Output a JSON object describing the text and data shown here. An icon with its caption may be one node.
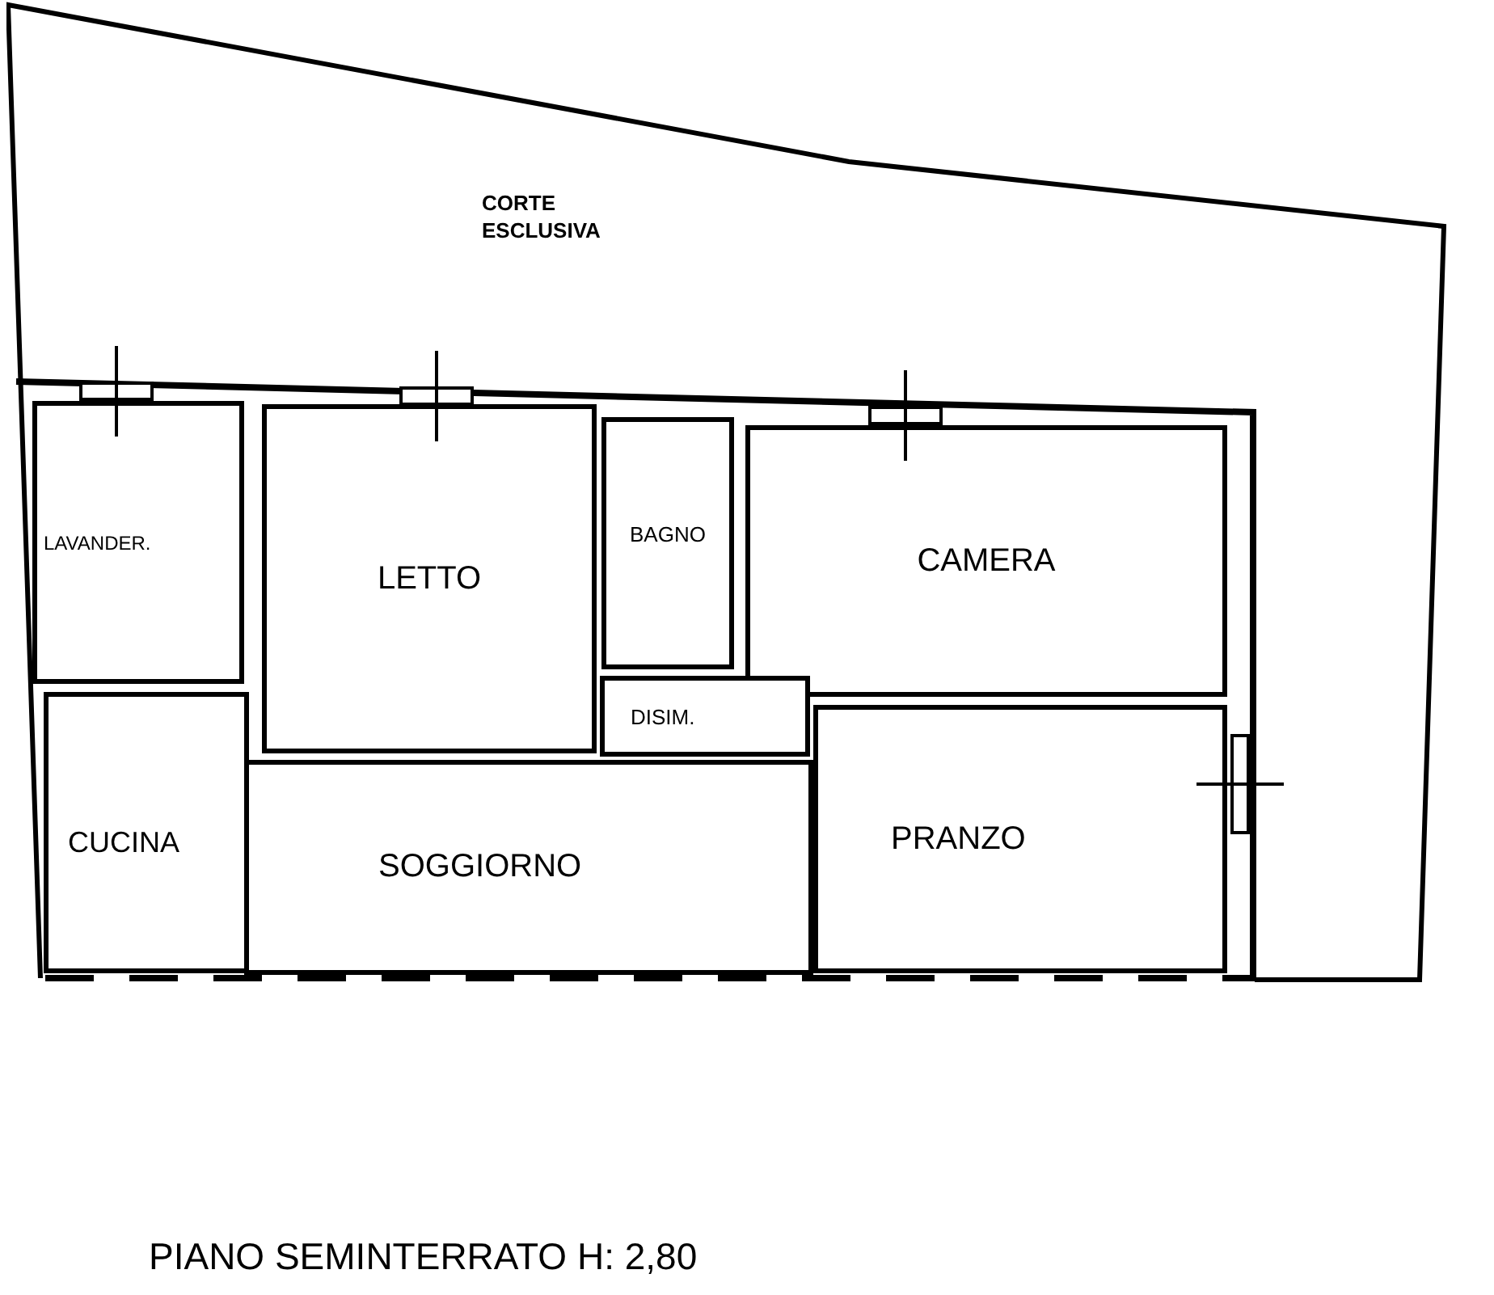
{
  "diagram": {
    "caption": "PIANO SEMINTERRATO H: 2,80",
    "nodes": [
      {
        "text": [
          "CORTE ESCLUSIVA"
        ]
      },
      {
        "text": [
          "LAVANDER."
        ],
        "in": 0
      },
      {
        "text": [
          "LETTO"
        ],
        "in": 0
      },
      {
        "text": [
          "BAGNO"
        ],
        "in": 0
      },
      {
        "text": [
          "CAMERA"
        ],
        "in": 0
      },
      {
        "text": [
          "DISIM."
        ],
        "in": 0
      },
      {
        "text": [
          "CUCINA"
        ],
        "in": 0
      },
      {
        "text": [
          "SOGGIORNO"
        ],
        "in": 0
      },
      {
        "text": [
          "PRANZO"
        ],
        "in": 0
      }
    ]
  }
}
